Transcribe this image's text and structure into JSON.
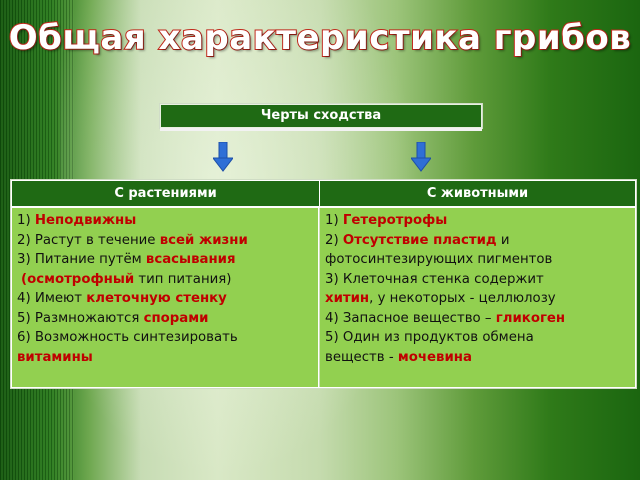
{
  "title": "Общая характеристика грибов",
  "similarity_label": "Черты сходства",
  "colors": {
    "header_green": "#1f6a14",
    "cell_green": "#92d050",
    "highlight_red": "#c00000",
    "arrow_blue": "#2f6fd6"
  },
  "icons": [
    "arrow-down-icon",
    "arrow-down-icon"
  ],
  "table": {
    "headers": [
      "С растениями",
      "С животными"
    ],
    "left": {
      "l1_num": "1) ",
      "l1_hl": "Неподвижны",
      "l2_text": "2) Растут в течение ",
      "l2_hl": "всей жизни",
      "l3_text": "3) Питание путём ",
      "l3_hl": "всасывания",
      "l4_pre": " ",
      "l4_hl": "(осмотрофный",
      "l4_text": " тип питания)",
      "l5_text": "4) Имеют ",
      "l5_hl": "клеточную стенку",
      "l6_text": "5) Размножаются ",
      "l6_hl": "спорами",
      "l7_text": "6) Возможность синтезировать",
      "l8_hl": "витамины"
    },
    "right": {
      "l1_num": "1) ",
      "l1_hl": "Гетеротрофы",
      "l2_num": "2) ",
      "l2_hl": "Отсутствие пластид",
      "l2_text": " и",
      "l3_text": "фотосинтезирующих пигментов",
      "l4_text": "3) Клеточная стенка содержит",
      "l5_hl": "хитин",
      "l5_text": ", у некоторых - целлюлозу",
      "l6_text": "4) Запасное вещество – ",
      "l6_hl": "гликоген",
      "l7_text": "5) Один из продуктов обмена",
      "l8_text": "веществ - ",
      "l8_hl": "мочевина"
    }
  }
}
